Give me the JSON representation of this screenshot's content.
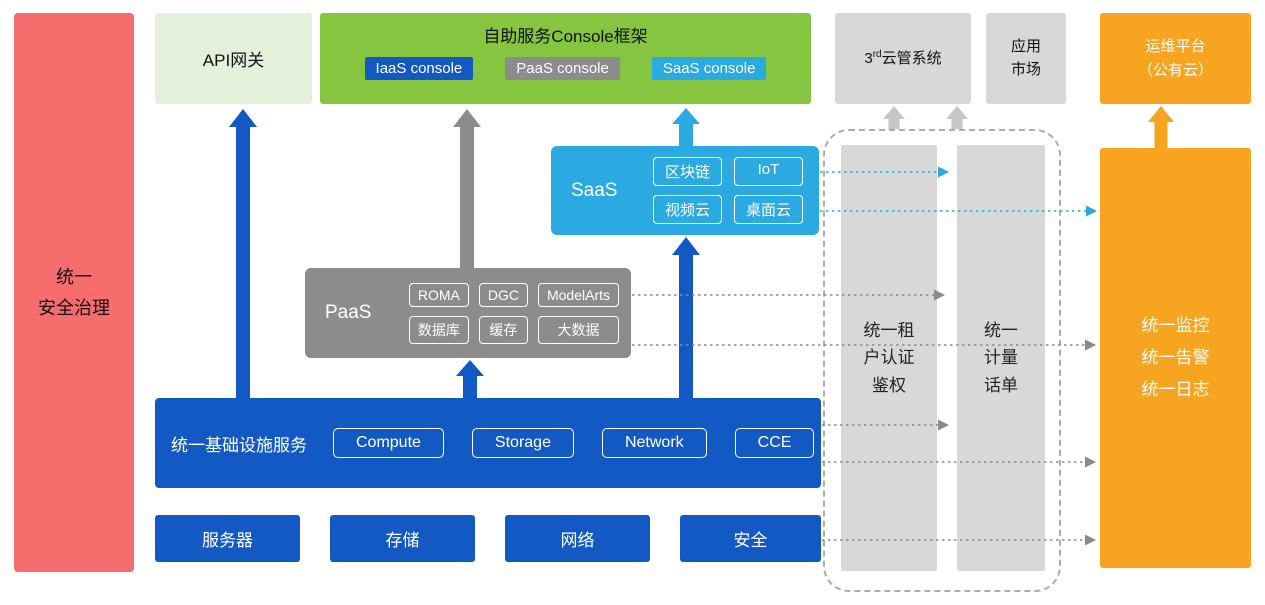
{
  "palette": {
    "blue": "#1359C4",
    "light_blue": "#2BAAE2",
    "gray": "#8C8C8C",
    "light_gray": "#D8D8D8",
    "green": "#85C540",
    "light_green": "#E3F1DB",
    "orange": "#F7A420",
    "red": "#F76C6C"
  },
  "left_bar": {
    "label": "统一\n安全治理"
  },
  "top_row": {
    "api_gateway": "API网关",
    "console_frame": {
      "title": "自助服务Console框架",
      "iaas_console": "IaaS console",
      "paas_console": "PaaS console",
      "saas_console": "SaaS console"
    },
    "third_party_cms": {
      "prefix": "3",
      "sup": "rd",
      "rest": "云管系统"
    },
    "app_market": "应用\n市场",
    "ops_platform": "运维平台\n（公有云）"
  },
  "saas": {
    "label": "SaaS",
    "items": [
      "区块链",
      "IoT",
      "视频云",
      "桌面云"
    ]
  },
  "paas": {
    "label": "PaaS",
    "items": [
      "ROMA",
      "DGC",
      "ModelArts",
      "数据库",
      "缓存",
      "大数据"
    ]
  },
  "infra": {
    "label": "统一基础设施服务",
    "items": [
      "Compute",
      "Storage",
      "Network",
      "CCE"
    ]
  },
  "hardware": {
    "items": [
      "服务器",
      "存储",
      "网络",
      "安全"
    ]
  },
  "right_rails": {
    "tenant_auth": "统一租\n户认证\n鉴权",
    "metering": "统一\n计量\n话单",
    "monitoring": "统一监控\n统一告警\n统一日志"
  }
}
